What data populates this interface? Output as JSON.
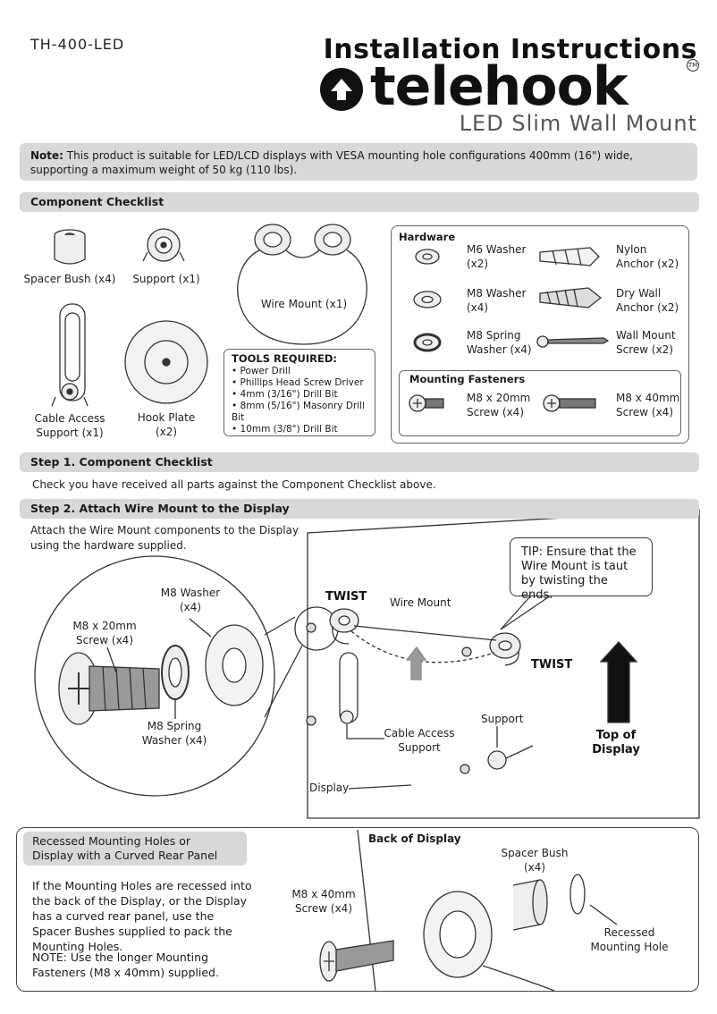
{
  "header": {
    "model": "TH-400-LED",
    "title": "Installation Instructions",
    "brand": "telehook",
    "registered": "TM",
    "subtitle": "LED Slim Wall Mount"
  },
  "note": {
    "label": "Note:",
    "text": "This product is suitable for LED/LCD displays with VESA mounting hole configurations 400mm (16\") wide, supporting a maximum weight of 50 kg (110 lbs)."
  },
  "checklist": {
    "title": "Component Checklist",
    "components": {
      "spacer_bush": "Spacer Bush (x4)",
      "support": "Support (x1)",
      "wire_mount": "Wire Mount (x1)",
      "cable_access_support_1": "Cable Access",
      "cable_access_support_2": "Support (x1)",
      "hook_plate_1": "Hook Plate",
      "hook_plate_2": "(x2)"
    },
    "tools": {
      "title": "TOOLS REQUIRED:",
      "items": [
        "Power Drill",
        "Phillips Head Screw Driver",
        "4mm (3/16\") Drill Bit",
        "8mm (5/16\") Masonry Drill Bit",
        "10mm (3/8\") Drill Bit"
      ]
    },
    "hardware": {
      "title": "Hardware",
      "m6_washer_1": "M6 Washer",
      "m6_washer_2": "(x2)",
      "m8_washer_1": "M8 Washer",
      "m8_washer_2": "(x4)",
      "m8_spring_1": "M8 Spring",
      "m8_spring_2": "Washer (x4)",
      "nylon_1": "Nylon",
      "nylon_2": "Anchor (x2)",
      "drywall_1": "Dry Wall",
      "drywall_2": "Anchor (x2)",
      "wallscrew_1": "Wall Mount",
      "wallscrew_2": "Screw (x2)"
    },
    "fasteners": {
      "title": "Mounting Fasteners",
      "m8x20_1": "M8 x 20mm",
      "m8x20_2": "Screw (x4)",
      "m8x40_1": "M8 x 40mm",
      "m8x40_2": "Screw (x4)"
    }
  },
  "step1": {
    "title": "Step 1. Component Checklist",
    "text": "Check you have received all parts against the Component Checklist above."
  },
  "step2": {
    "title": "Step 2. Attach Wire Mount to the Display",
    "text_1": "Attach the Wire Mount components to the Display",
    "text_2": "using the hardware supplied.",
    "m8_washer_1": "M8 Washer",
    "m8_washer_2": "(x4)",
    "m8x20_1": "M8 x 20mm",
    "m8x20_2": "Screw (x4)",
    "m8_spring_1": "M8 Spring",
    "m8_spring_2": "Washer (x4)",
    "twist": "TWIST",
    "wire_mount": "Wire Mount",
    "tip": "TIP: Ensure that the Wire Mount is taut by twisting the ends.",
    "cable_access_1": "Cable Access",
    "cable_access_2": "Support",
    "support": "Support",
    "top_1": "Top of",
    "top_2": "Display",
    "display": "Display"
  },
  "recessed": {
    "title_bold": "Recessed Mounting Holes",
    "title_or": " or",
    "title_2": "Display with a Curved Rear Panel",
    "text": "If the Mounting Holes are recessed into the back of the Display, or the Display has a curved rear panel, use the Spacer Bushes supplied to pack the Mounting Holes.",
    "note": "NOTE: Use the longer Mounting Fasteners (M8 x 40mm) supplied.",
    "back_label": "Back of Display",
    "spacer_1": "Spacer Bush",
    "spacer_2": "(x4)",
    "m8x40_1": "M8 x 40mm",
    "m8x40_2": "Screw (x4)",
    "hole_1": "Recessed",
    "hole_2": "Mounting Hole"
  }
}
